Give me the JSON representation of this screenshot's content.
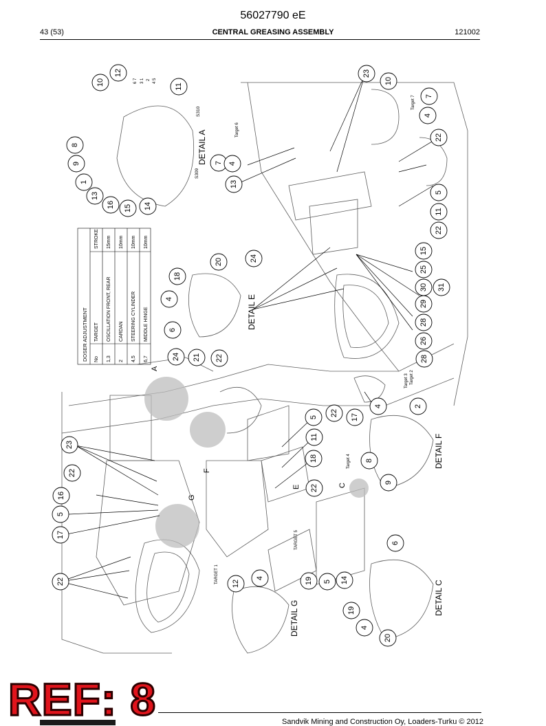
{
  "header": {
    "doc_number": "56027790 eE",
    "page_info": "43 (53)",
    "section_title": "CENTRAL GREASING ASSEMBLY",
    "doc_code": "121002"
  },
  "table": {
    "title": "DOSER ADJUSTMENT",
    "columns": [
      "No",
      "TARGET",
      "STROKE"
    ],
    "rows": [
      [
        "1,3",
        "OSCILLATION FRONT, REAR",
        "15mm"
      ],
      [
        "2",
        "CARDAN",
        "10mm"
      ],
      [
        "4,5",
        "STEERING CYLINDER",
        "10mm"
      ],
      [
        "6,7",
        "MIDDLE HINGE",
        "10mm"
      ]
    ]
  },
  "details": {
    "a": "DETAIL A",
    "e": "DETAIL E",
    "f": "DETAIL F",
    "g": "DETAIL G",
    "c": "DETAIL C"
  },
  "letters": {
    "a": "A",
    "c": "C",
    "e": "E",
    "f": "F",
    "g": "G"
  },
  "targets": {
    "t1": "TARGET 1",
    "t2": "Target 2",
    "t3": "Target 3",
    "t4": "Target 4",
    "t5": "TARGET 5",
    "t6": "Target 6",
    "t7": "Target 7"
  },
  "codes": {
    "s309": "S309",
    "s310": "S310"
  },
  "port_numbers": [
    "6 7",
    "3 1",
    "2",
    "4 5"
  ],
  "callouts": [
    "10",
    "12",
    "11",
    "8",
    "9",
    "1",
    "13",
    "16",
    "15",
    "14",
    "7",
    "4",
    "13",
    "23",
    "10",
    "7",
    "4",
    "22",
    "5",
    "11",
    "22",
    "20",
    "18",
    "4",
    "6",
    "24",
    "21",
    "22",
    "24",
    "15",
    "25",
    "30",
    "31",
    "29",
    "28",
    "26",
    "28",
    "22",
    "17",
    "4",
    "2",
    "23",
    "22",
    "16",
    "5",
    "17",
    "22",
    "5",
    "11",
    "18",
    "22",
    "8",
    "9",
    "19",
    "5",
    "14",
    "12",
    "4",
    "6",
    "19",
    "4",
    "20"
  ],
  "ref_stamp": "REF: 8",
  "footer": {
    "text": "Sandvik Mining and Construction Oy, Loaders-Turku © 2012"
  }
}
